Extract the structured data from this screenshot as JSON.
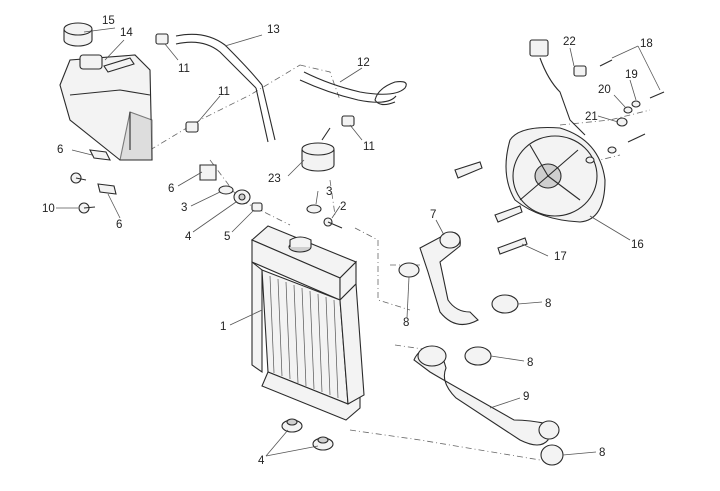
{
  "callouts": [
    {
      "id": "c15",
      "text": "15"
    },
    {
      "id": "c14",
      "text": "14"
    },
    {
      "id": "c11a",
      "text": "11"
    },
    {
      "id": "c13",
      "text": "13"
    },
    {
      "id": "c12",
      "text": "12"
    },
    {
      "id": "c11b",
      "text": "11"
    },
    {
      "id": "c11c",
      "text": "11"
    },
    {
      "id": "c6a",
      "text": "6"
    },
    {
      "id": "c10",
      "text": "10"
    },
    {
      "id": "c6b",
      "text": "6"
    },
    {
      "id": "c6c",
      "text": "6"
    },
    {
      "id": "c3a",
      "text": "3"
    },
    {
      "id": "c4a",
      "text": "4"
    },
    {
      "id": "c5",
      "text": "5"
    },
    {
      "id": "c23",
      "text": "23"
    },
    {
      "id": "c3b",
      "text": "3"
    },
    {
      "id": "c2",
      "text": "2"
    },
    {
      "id": "c1",
      "text": "1"
    },
    {
      "id": "c4b",
      "text": "4"
    },
    {
      "id": "c7",
      "text": "7"
    },
    {
      "id": "c8a",
      "text": "8"
    },
    {
      "id": "c8b",
      "text": "8"
    },
    {
      "id": "c8c",
      "text": "8"
    },
    {
      "id": "c9",
      "text": "9"
    },
    {
      "id": "c8d",
      "text": "8"
    },
    {
      "id": "c22",
      "text": "22"
    },
    {
      "id": "c18",
      "text": "18"
    },
    {
      "id": "c19",
      "text": "19"
    },
    {
      "id": "c20",
      "text": "20"
    },
    {
      "id": "c21",
      "text": "21"
    },
    {
      "id": "c16",
      "text": "16"
    },
    {
      "id": "c17",
      "text": "17"
    }
  ]
}
